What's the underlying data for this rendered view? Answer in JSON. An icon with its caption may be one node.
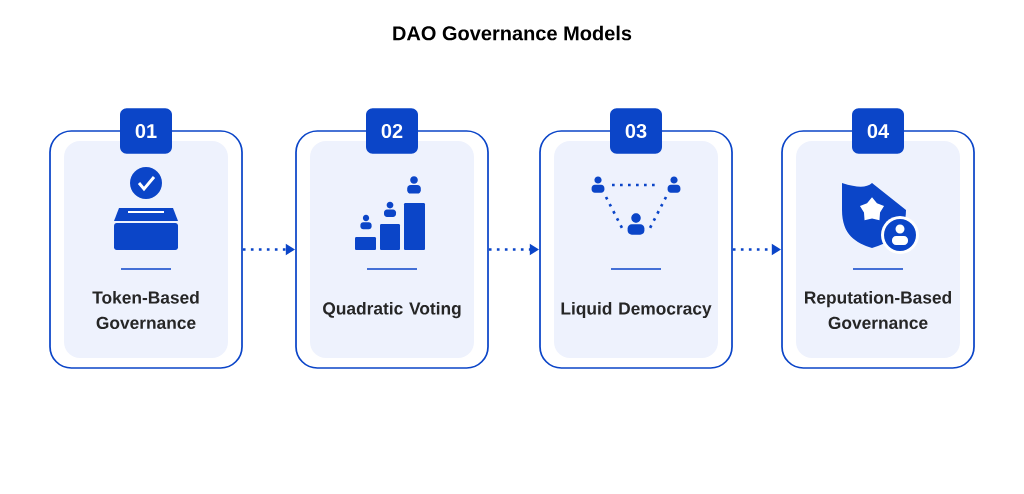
{
  "diagram": {
    "title": "DAO Governance Models",
    "nodes": [
      {
        "text": [
          "01",
          "Token-Based Governance"
        ]
      },
      {
        "text": [
          "02",
          "Quadratic Voting"
        ]
      },
      {
        "text": [
          "03",
          "Liquid Democracy"
        ]
      },
      {
        "text": [
          "04",
          "Reputation-Based Governance"
        ]
      }
    ],
    "edges": [
      {
        "from": 0,
        "to": 1,
        "arrow": "to"
      },
      {
        "from": 1,
        "to": 2,
        "arrow": "to"
      },
      {
        "from": 2,
        "to": 3,
        "arrow": "to"
      }
    ]
  }
}
